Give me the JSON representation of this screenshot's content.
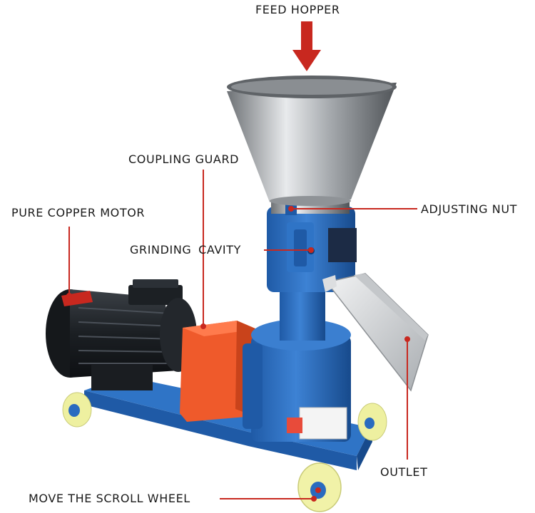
{
  "labels": {
    "feed_hopper": "FEED HOPPER",
    "coupling_guard": "COUPLING GUARD",
    "pure_copper_motor": "PURE COPPER MOTOR",
    "grinding_cavity": "GRINDING  CAVITY",
    "adjusting_nut": "ADJUSTING NUT",
    "outlet": "OUTLET",
    "move_scroll_wheel": "MOVE THE SCROLL WHEEL"
  },
  "colors": {
    "pointer": "#c8281f",
    "machine_blue": "#2a6bbf",
    "guard_orange": "#ef5a2b",
    "motor_dark": "#1e2226",
    "steel": "#b8bcc0",
    "wheel": "#f1f2a8"
  }
}
